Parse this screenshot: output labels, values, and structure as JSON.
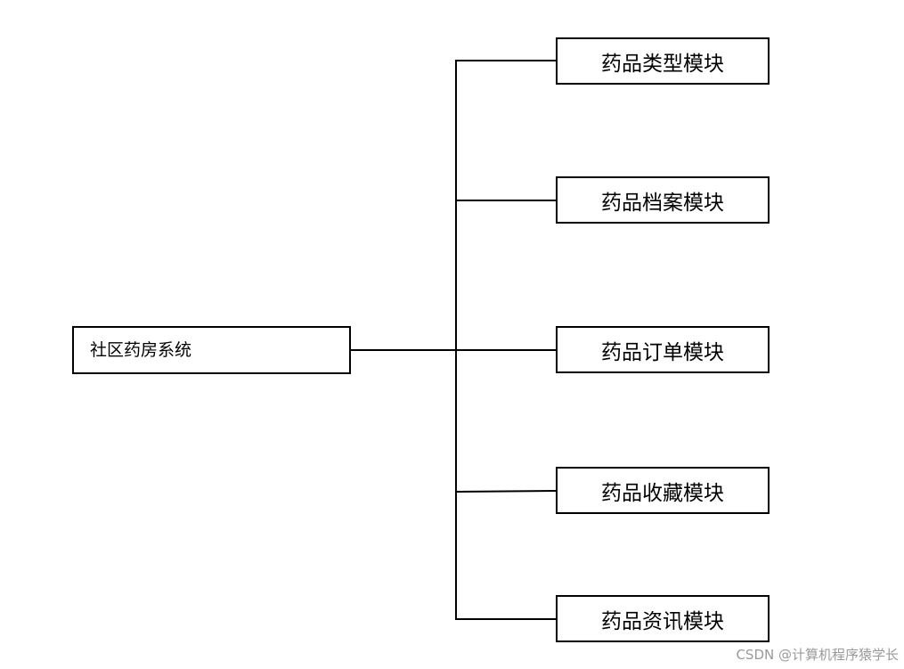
{
  "root": {
    "label": "社区药房系统"
  },
  "modules": [
    {
      "label": "药品类型模块"
    },
    {
      "label": "药品档案模块"
    },
    {
      "label": "药品订单模块"
    },
    {
      "label": "药品收藏模块"
    },
    {
      "label": "药品资讯模块"
    }
  ],
  "watermark": "CSDN @计算机程序猿学长",
  "colors": {
    "line": "#000000",
    "box_border": "#000000",
    "background": "#ffffff",
    "watermark": "#9a9a9a"
  }
}
